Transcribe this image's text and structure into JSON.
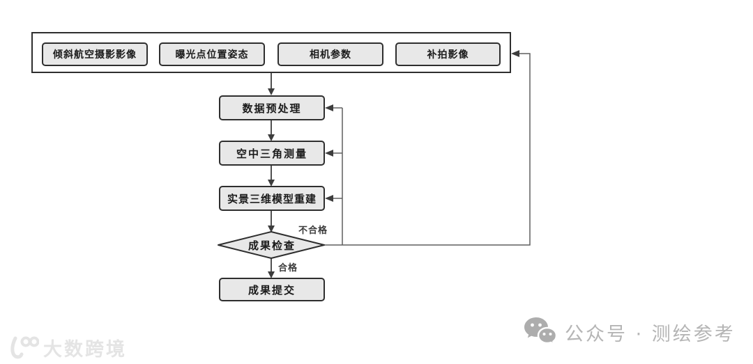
{
  "diagram": {
    "input_group": {
      "items": [
        {
          "label": "倾斜航空摄影影像"
        },
        {
          "label": "曝光点位置姿态"
        },
        {
          "label": "相机参数"
        },
        {
          "label": "补拍影像"
        }
      ]
    },
    "nodes": {
      "preprocess": {
        "label": "数据预处理"
      },
      "triangulation": {
        "label": "空中三角测量"
      },
      "reconstruction": {
        "label": "实景三维模型重建"
      },
      "check": {
        "label": "成果检查"
      },
      "submit": {
        "label": "成果提交"
      }
    },
    "edge_labels": {
      "fail": "不合格",
      "pass": "合格"
    },
    "colors": {
      "node_fill": "#e8e8e8",
      "node_border": "#2e2e2e",
      "flow_line": "#3d3d3d",
      "feedback_line": "#5f5f5f"
    }
  },
  "watermarks": {
    "bottom_left_text": "大数跨境",
    "bottom_right_text": "公众号 · 测绘参考"
  }
}
